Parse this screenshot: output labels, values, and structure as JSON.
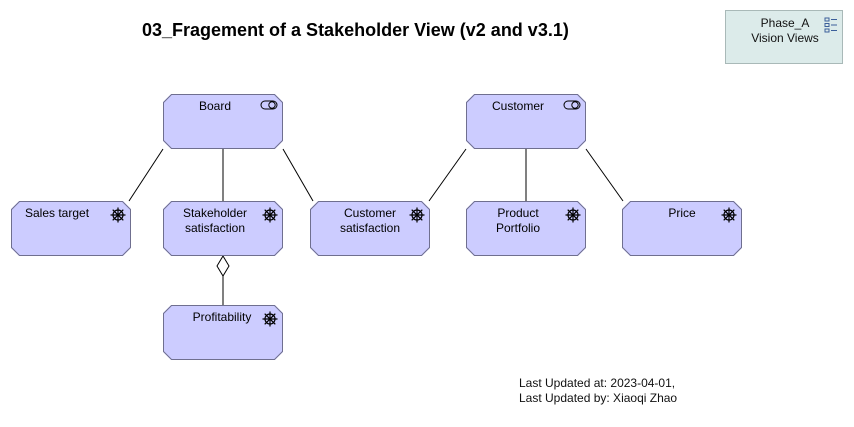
{
  "diagram": {
    "title": "03_Fragement of a Stakeholder View (v2 and v3.1)",
    "phase": {
      "line1": "Phase_A",
      "line2": "Vision Views",
      "icon": "view-icon"
    },
    "nodes": {
      "board": {
        "label": "Board",
        "icon": "stakeholder-icon"
      },
      "customer": {
        "label": "Customer",
        "icon": "stakeholder-icon"
      },
      "sales_target": {
        "label": "Sales target",
        "icon": "driver-icon"
      },
      "stakeholder_satisfaction": {
        "line1": "Stakeholder",
        "line2": "satisfaction",
        "icon": "driver-icon"
      },
      "customer_satisfaction": {
        "line1": "Customer",
        "line2": "satisfaction",
        "icon": "driver-icon"
      },
      "product_portfolio": {
        "line1": "Product",
        "line2": "Portfolio",
        "icon": "driver-icon"
      },
      "price": {
        "label": "Price",
        "icon": "driver-icon"
      },
      "profitability": {
        "label": "Profitability",
        "icon": "driver-icon"
      }
    },
    "relationships": [
      {
        "from": "Board",
        "to": "Sales target",
        "type": "association"
      },
      {
        "from": "Board",
        "to": "Stakeholder satisfaction",
        "type": "association"
      },
      {
        "from": "Board",
        "to": "Customer satisfaction",
        "type": "association"
      },
      {
        "from": "Customer",
        "to": "Customer satisfaction",
        "type": "association"
      },
      {
        "from": "Customer",
        "to": "Product Portfolio",
        "type": "association"
      },
      {
        "from": "Customer",
        "to": "Price",
        "type": "association"
      },
      {
        "from": "Stakeholder satisfaction",
        "to": "Profitability",
        "type": "aggregation"
      }
    ],
    "footer": {
      "updated_at": "Last Updated at: 2023-04-01,",
      "updated_by": "Last Updated by: Xiaoqi Zhao"
    },
    "colors": {
      "node_fill": "#ccccff",
      "node_border": "#6f6f8f",
      "phase_fill": "#dcebea",
      "line": "#000000"
    }
  }
}
